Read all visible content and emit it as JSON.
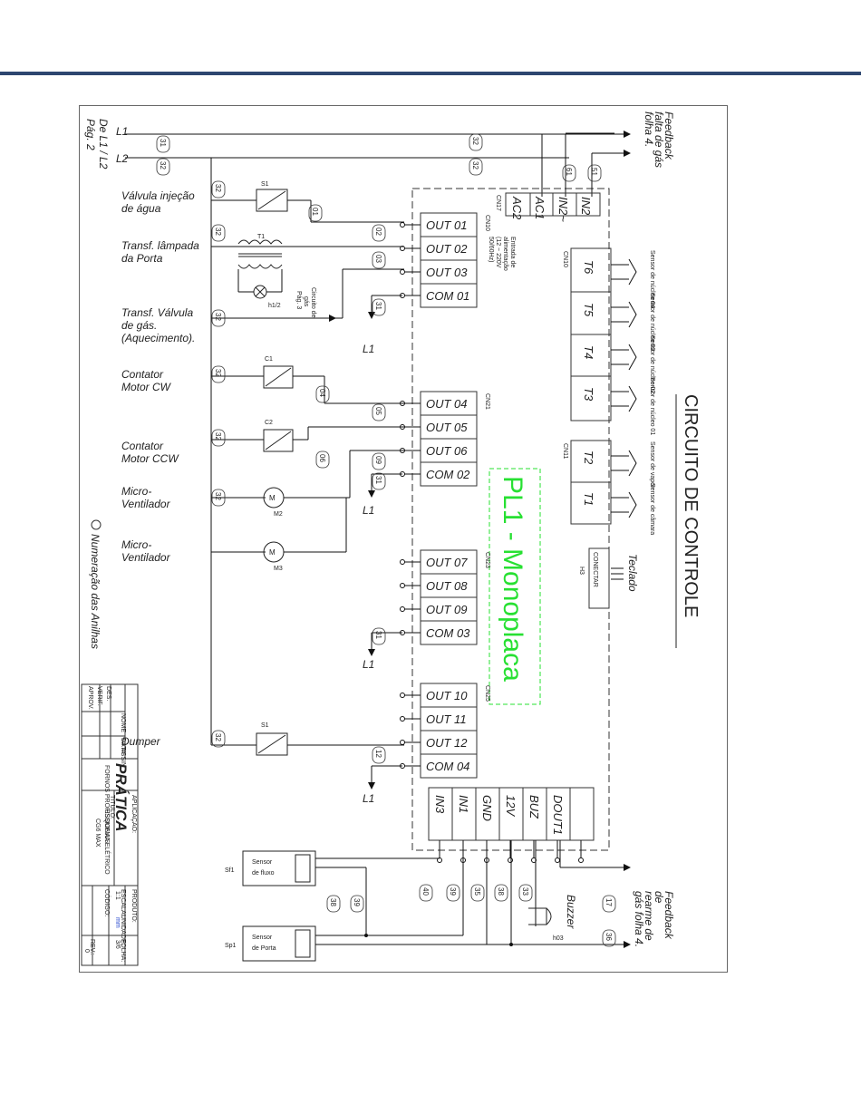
{
  "header": {
    "rule_color": "#2d4670"
  },
  "diagram": {
    "title": "CIRCUITO DE CONTROLE",
    "board": "PL1 - Monoplaca",
    "board_color": "#27e032",
    "source": {
      "l1": "L1",
      "l2": "L2",
      "ref1": "De L1 / L2",
      "ref2": "Pág. 2"
    },
    "feedback_gas": [
      "Feedback",
      "falta de gás",
      "folha 4."
    ],
    "feedback_rearme": [
      "Feedback",
      "de",
      "rearme de",
      "gás folha 4."
    ],
    "loads": [
      {
        "line1": "Válvula injeção",
        "line2": "de água"
      },
      {
        "line1": "Transf. lâmpada",
        "line2": "da Porta"
      },
      {
        "line1": "Transf. Válvula",
        "line2": "de gás.",
        "line3": "(Aquecimento)."
      },
      {
        "line1": "Contator",
        "line2": "Motor CW"
      },
      {
        "line1": "Contator",
        "line2": "Motor CCW"
      },
      {
        "line1": "Micro-",
        "line2": "Ventilador"
      },
      {
        "line1": "Micro-",
        "line2": "Ventilador"
      },
      {
        "line1": "Dumper"
      }
    ],
    "component_tags": {
      "s1": "S1",
      "c1": "C1",
      "c2": "C2",
      "m2": "M2",
      "m3": "M3",
      "t1": "T1",
      "h": "h1/2"
    },
    "gas_circuit": [
      "Circuito de",
      "gás",
      "Pág. 3"
    ],
    "connectors": {
      "cn10": "CN10",
      "cn21": "CN21",
      "cn23": "CN23",
      "cn25": "CN25",
      "cn17": "CN17",
      "cn11": "CN11"
    },
    "outputs_cn10": [
      "OUT 01",
      "OUT 02",
      "OUT 03",
      "COM 01"
    ],
    "outputs_cn21": [
      "OUT 04",
      "OUT 05",
      "OUT 06",
      "COM 02"
    ],
    "outputs_cn23": [
      "OUT 07",
      "OUT 08",
      "OUT 09",
      "COM 03"
    ],
    "outputs_cn25": [
      "OUT 10",
      "OUT 11",
      "OUT 12",
      "COM 04"
    ],
    "power_inputs": [
      "IN2",
      "IN2~",
      "AC1",
      "AC2"
    ],
    "power_note": [
      "Entrada de",
      "alimentação",
      "(12 ~ 220V",
      "50/60Hz)"
    ],
    "sensor_inputs": [
      "T6",
      "T5",
      "T4",
      "T3",
      "T2",
      "T1"
    ],
    "sensor_labels": [
      "Sensor de núcleo 04",
      "Sensor de núcleo 03",
      "Sensor de núcleo 02",
      "Sensor de núcleo 01",
      "Sensor de vapor",
      "Sensor de câmara"
    ],
    "keypad": {
      "label": "Teclado",
      "button": "CONECTAR",
      "tag": "H3"
    },
    "bottom_pins": [
      "IN3",
      "IN1",
      "GND",
      "12V",
      "BUZ",
      "DOUT1",
      ""
    ],
    "buzzer": {
      "label": "Buzzer",
      "tag": "h03"
    },
    "flow_sensor": {
      "line1": "Sensor",
      "line2": "de fluxo",
      "tag": "Sf1"
    },
    "door_sensor": {
      "line1": "Sensor",
      "line2": "de Porta",
      "tag": "Sp1"
    },
    "rings": [
      "31",
      "32",
      "32",
      "32",
      "32",
      "32",
      "32",
      "32",
      "32",
      "32",
      "32",
      "01",
      "02",
      "03",
      "04",
      "05",
      "06",
      "09",
      "31",
      "31",
      "31",
      "12",
      "61",
      "51",
      "40",
      "39",
      "35",
      "38",
      "33",
      "17",
      "36",
      "38",
      "39"
    ],
    "legend": "Numeração das Anilhas",
    "title_block": {
      "brand": "PRÁTICA",
      "brand_sub": "FORNOS PROFISSIONAIS",
      "produto_label": "PRODUTO:",
      "aplicacao_label": "APLICAÇÃO:",
      "titulo_label": "TÍTULO:",
      "titulo": "ESQUEMA ELÉTRICO",
      "model": "CG6 MAX",
      "escala_label": "ESCALA:",
      "escala": "1:1",
      "unidade_label": "UNIDADE:",
      "unidade": "mm",
      "folha_label": "FOLHA:",
      "folha": "3/6",
      "codigo_label": "CÓDIGO:",
      "rev_label": "REV.:",
      "rev": "0",
      "rows": [
        "DES.",
        "VERIF.",
        "APROV."
      ],
      "cols": [
        "NOME",
        "DATA",
        "ASSIN."
      ]
    }
  }
}
